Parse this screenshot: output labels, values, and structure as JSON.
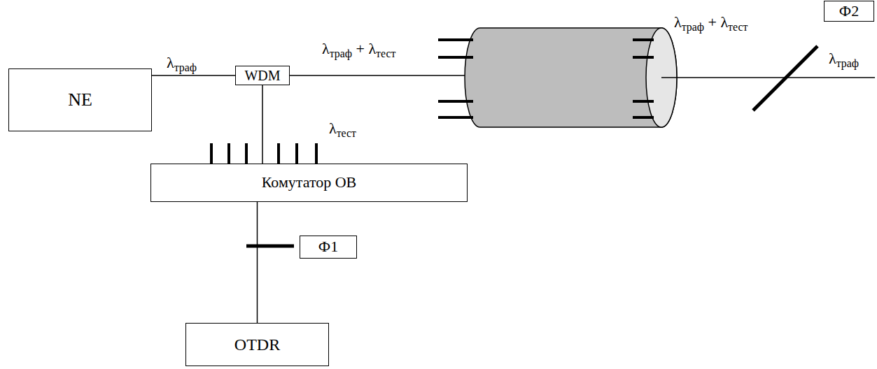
{
  "diagram": {
    "nodes": [
      {
        "text": [
          "NE"
        ]
      },
      {
        "text": [
          "WDM"
        ]
      },
      {
        "text": [
          "Комутатор ОВ"
        ]
      },
      {
        "text": [
          "Ф1"
        ]
      },
      {
        "text": [
          "OTDR"
        ]
      },
      {
        "text": [
          "Ф2"
        ]
      }
    ],
    "edges": [
      {
        "from": 0,
        "to": 1,
        "arrow": "none",
        "label": "λтраф"
      },
      {
        "from": 1,
        "to": 2,
        "arrow": "none",
        "label": "λтест"
      },
      {
        "from": 2,
        "to": 4,
        "arrow": "none"
      }
    ],
    "labels": [
      "λтраф + λтест",
      "λтраф + λтест",
      "λтраф"
    ]
  }
}
